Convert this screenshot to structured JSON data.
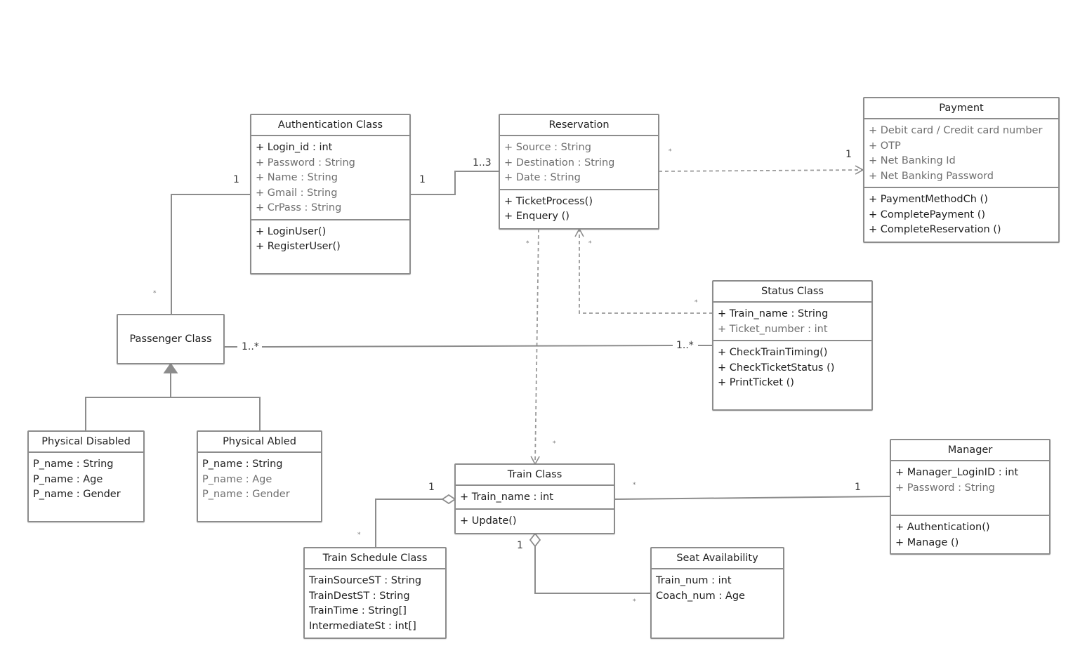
{
  "classes": {
    "authentication": {
      "name": "Authentication Class",
      "attributes": [
        "+ Login_id : int",
        "+ Password : String",
        "+ Name : String",
        "+ Gmail : String",
        "+ CrPass : String"
      ],
      "methods": [
        "+ LoginUser()",
        "+ RegisterUser()"
      ]
    },
    "reservation": {
      "name": "Reservation",
      "attributes": [
        "+ Source : String",
        "+ Destination : String",
        "+ Date : String"
      ],
      "methods": [
        "+  TicketProcess()",
        "+ Enquery ()"
      ]
    },
    "payment": {
      "name": "Payment",
      "attributes": [
        "+ Debit card / Credit card number",
        "+ OTP",
        "+ Net Banking Id",
        "+ Net Banking Password"
      ],
      "methods": [
        "+  PaymentMethodCh ()",
        "+ CompletePayment ()",
        "+ CompleteReservation ()"
      ]
    },
    "status": {
      "name": "Status Class",
      "attributes": [
        "+ Train_name : String",
        "+ Ticket_number : int"
      ],
      "methods": [
        "+  CheckTrainTiming()",
        "+ CheckTicketStatus ()",
        "+ PrintTicket ()"
      ]
    },
    "passenger": {
      "name": "Passenger Class"
    },
    "disabled": {
      "name": "Physical Disabled",
      "attributes": [
        "P_name : String",
        "P_name : Age",
        "P_name : Gender"
      ]
    },
    "abled": {
      "name": "Physical Abled",
      "attributes": [
        "P_name : String",
        "P_name : Age",
        "P_name : Gender"
      ]
    },
    "train": {
      "name": "Train Class",
      "attributes": [
        "+ Train_name : int"
      ],
      "methods": [
        "+  Update()"
      ]
    },
    "manager": {
      "name": "Manager",
      "attributes": [
        "+ Manager_LoginID : int",
        "+ Password : String"
      ],
      "methods": [
        "+  Authentication()",
        "+  Manage ()"
      ]
    },
    "schedule": {
      "name": "Train Schedule Class",
      "attributes": [
        "TrainSourceST  : String",
        "TrainDestST   : String",
        "TrainTime  : String[]",
        "IntermediateSt : int[]"
      ]
    },
    "seat": {
      "name": "Seat Availability",
      "attributes": [
        "Train_num : int",
        "Coach_num : Age"
      ]
    }
  },
  "multiplicities": {
    "auth_passenger_1": "1",
    "auth_reservation_1": "1",
    "auth_reservation_13": "1..3",
    "passenger_auth_star": "*",
    "res_payment_star": "*",
    "res_payment_1": "1",
    "res_train_star_top": "*",
    "res_status_star": "*",
    "status_res_star": "*",
    "passenger_status_left": "1..*",
    "passenger_status_right": "1..*",
    "res_train_star_bottom": "*",
    "train_schedule_1": "1",
    "schedule_star": "*",
    "train_seat_1": "1",
    "seat_star": "*",
    "train_manager_star": "*",
    "train_manager_1": "1"
  }
}
